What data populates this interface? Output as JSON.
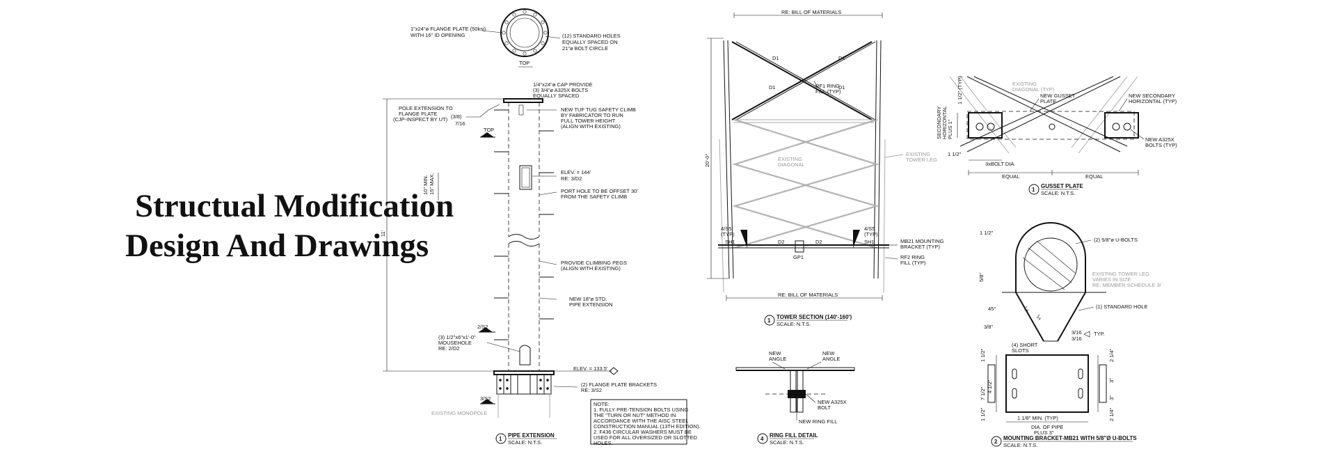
{
  "hero": {
    "line1": "Structual Modification",
    "line2": "Design And Drawings"
  },
  "pipe": {
    "top_flange": "1\"x24\"ø FLANGE PLATE (50ksi)",
    "top_flange2": "WITH 16\" ID OPENING",
    "holes": "(12) STANDARD HOLES",
    "holes2": "EQUALLY SPACED ON",
    "holes3": "21\"ø BOLT CIRCLE",
    "top_label": "TOP",
    "cap1": "1/4\"x24\"ø CAP PROVIDE",
    "cap2": "(3) 3/4\"ø A325X BOLTS",
    "cap3": "EQUALLY SPACED",
    "ext1": "POLE EXTENSION TO",
    "ext2": "FLANGE PLATE",
    "ext3": "(CJP-INSPECT BY UT)",
    "weld1": "(3/8)",
    "weld2": "7/16",
    "top_marker": "TOP",
    "tuf1": "NEW TUF TUG SAFETY CLIMB",
    "tuf2": "BY FABRICATOR TO RUN",
    "tuf3": "FULL TOWER HEIGHT",
    "tuf4": "(ALIGN WITH EXISTING)",
    "elev_top": "ELEV. = 144'",
    "elev_top_ref": "RE: 3/D2",
    "dim_min": "10\" MIN.",
    "dim_max": "15\" MAX.",
    "port1": "PORT HOLE TO BE OFFSET 30'",
    "port2": "FROM THE SAFETY CLIMB",
    "height": "11'",
    "peg1": "PROVIDE CLIMBING PEGS",
    "peg2": "(ALIGN WITH EXISTING)",
    "pipe1": "NEW 18\"ø STD.",
    "pipe2": "PIPE EXTENSION",
    "ref_252": "2/S2",
    "mouse1": "(3) 1/2\"x6\"x1'-0\"",
    "mouse2": "MOUSEHOLE",
    "mouse3": "RE: 2/D2",
    "elev_bot": "ELEV. = 133.5'",
    "brk1": "(2) FLANGE PLATE BRACKETS",
    "brk2": "RE: 3/S2",
    "ref_352": "3/S2",
    "existing_mono": "EXISTING MONOPOLE",
    "note_title": "NOTE:",
    "note1": "1. FULLY PRE-TENSION BOLTS USING",
    "note2": "THE \"TURN OR NUT\" METHOD IN",
    "note3": "ACCORDANCE WITH THE AISC STEEL",
    "note4": "CONSTRUCTION MANUAL (13TH EDITION).",
    "note5": "2. F436 CIRCULAR WASHERS MUST BE",
    "note6": "USED FOR ALL OVERSIZED OR SLOTTED",
    "note7": "HOLES.",
    "title_num": "1",
    "title": "PIPE EXTENSION",
    "scale": "SCALE: N.T.S."
  },
  "tower": {
    "bom_top": "RE: BILL OF MATERIALS",
    "bom_bot": "RE: BILL OF MATERIALS",
    "d1": "D1",
    "rf1a": "RF1 RING",
    "rf1b": "FILL (TYP)",
    "exist_diag1": "EXISTING",
    "exist_diag2": "DIAGONAL",
    "exist_leg1": "EXISTING",
    "exist_leg2": "TOWER LEG",
    "height": "20'-0\"",
    "s5_left1": "4/S5",
    "s5_left2": "(TYP)",
    "s5_right1": "4/S5",
    "s5_right2": "(TYP)",
    "sh1": "SH1",
    "gp1": "GP1",
    "d2": "D2",
    "mb1": "MB21 MOUNTING",
    "mb2": "BRACKET (TYP)",
    "rf2a": "RF2 RING",
    "rf2b": "FILL (TYP)",
    "title_num": "1",
    "title": "TOWER SECTION (140'-160')",
    "scale": "SCALE: N.T.S."
  },
  "ring": {
    "na1": "NEW",
    "na2": "ANGLE",
    "bolt1": "NEW A325X",
    "bolt2": "BOLT",
    "fill": "NEW RING FILL",
    "title_num": "4",
    "title": "RING FILL DETAIL",
    "scale": "SCALE: N.T.S."
  },
  "gusset": {
    "exist1": "EXISTING",
    "exist2": "DIAGONAL (TYP)",
    "ng1": "NEW GUSSET",
    "ng2": "PLATE",
    "ns1": "NEW SECONDARY",
    "ns2": "HORIZONTAL (TYP)",
    "dim_top": "1 1/2\" (TYP)",
    "sec1": "SECONDARY",
    "sec2": "HORIZONTAL",
    "sec3": "PLUS 1\"",
    "bolts1": "NEW A325X",
    "bolts2": "BOLTS (TYP)",
    "dim_left": "1 1/2\"",
    "bolt_dia": "3xBOLT DIA.",
    "equal": "EQUAL",
    "title_num": "1",
    "title": "GUSSET PLATE",
    "scale": "SCALE: N.T.S."
  },
  "bracket": {
    "dim_top": "1 1/2\"",
    "ubolts": "(2) 5/8\"ø U-BOLTS",
    "leg1": "EXISTING TOWER LEG",
    "leg2": "VARIES IN SIZE",
    "leg3": "RE: MEMBER SCHEDULE 3/",
    "d58": "5/8\"",
    "deg": "45°",
    "d38": "3/8\"",
    "d1": "1\"",
    "d2": "2\"",
    "std_hole": "(1) STANDARD HOLE",
    "w1": "3/16",
    "w2": "3/16",
    "typ": "TYP.",
    "slots1": "(4) SHORT",
    "slots2": "SLOTS",
    "l1": "1 1/2\"",
    "l2": "7 1/2\"",
    "l3": "4 1/2\"",
    "l4": "1 1/2\"",
    "r1": "2 1/4\"",
    "r2": "3\"",
    "r3": "3\"",
    "r4": "2 1/4\"",
    "b1": "1 1/8\" MIN. (TYP)",
    "b2": "DIA. OF PIPE",
    "b3": "PLUS 3\"",
    "title_num": "2",
    "title": "MOUNTING BRACKET-MB21 WITH 5/8\"Ø U-BOLTS",
    "scale": "SCALE: N.T.S."
  }
}
